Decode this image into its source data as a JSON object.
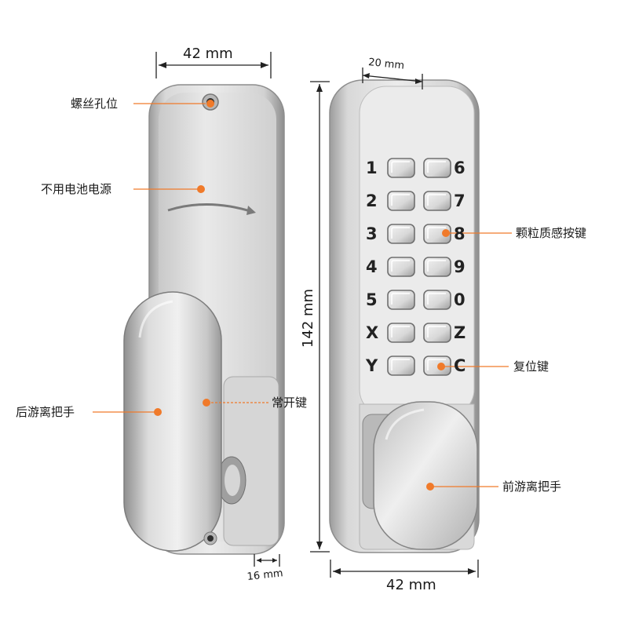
{
  "dimensions": {
    "back_width": "42 mm",
    "front_width": "42 mm",
    "depth": "20 mm",
    "height": "142 mm",
    "handle_offset": "16 mm"
  },
  "callouts": {
    "screw_hole": "螺丝孔位",
    "no_battery": "不用电池电源",
    "rear_handle": "后游离把手",
    "passage_key": "常开键",
    "textured_keys": "颗粒质感按键",
    "reset_key": "复位键",
    "front_handle": "前游离把手"
  },
  "keypad": {
    "left_column": [
      "1",
      "2",
      "3",
      "4",
      "5",
      "X",
      "Y"
    ],
    "right_column": [
      "6",
      "7",
      "8",
      "9",
      "0",
      "Z",
      "C"
    ]
  },
  "colors": {
    "accent": "#f07a2a",
    "metal_light": "#eeeeee",
    "metal_dark": "#a9a9a9"
  }
}
